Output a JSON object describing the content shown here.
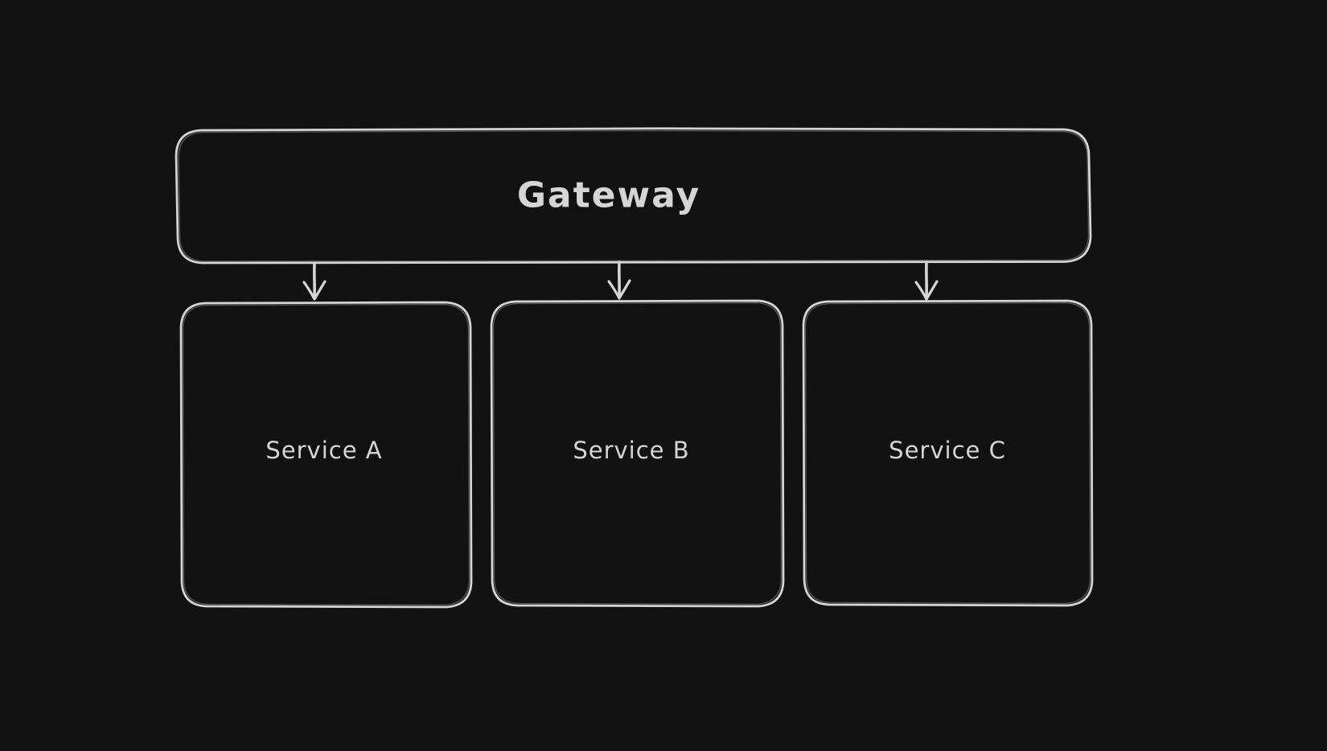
{
  "canvas": {
    "background_color": "#121212",
    "stroke_color": "#d5d5d5",
    "text_color": "#d5d5d5",
    "style": "hand-drawn"
  },
  "diagram": {
    "type": "flowchart",
    "nodes": {
      "gateway": {
        "label": "Gateway",
        "shape": "rounded-rectangle"
      },
      "service_a": {
        "label": "Service A",
        "shape": "rounded-rectangle"
      },
      "service_b": {
        "label": "Service B",
        "shape": "rounded-rectangle"
      },
      "service_c": {
        "label": "Service C",
        "shape": "rounded-rectangle"
      }
    },
    "edges": [
      {
        "from": "gateway",
        "to": "service_a",
        "direction": "down",
        "arrowhead": "open-v"
      },
      {
        "from": "gateway",
        "to": "service_b",
        "direction": "down",
        "arrowhead": "open-v"
      },
      {
        "from": "gateway",
        "to": "service_c",
        "direction": "down",
        "arrowhead": "open-v"
      }
    ]
  }
}
